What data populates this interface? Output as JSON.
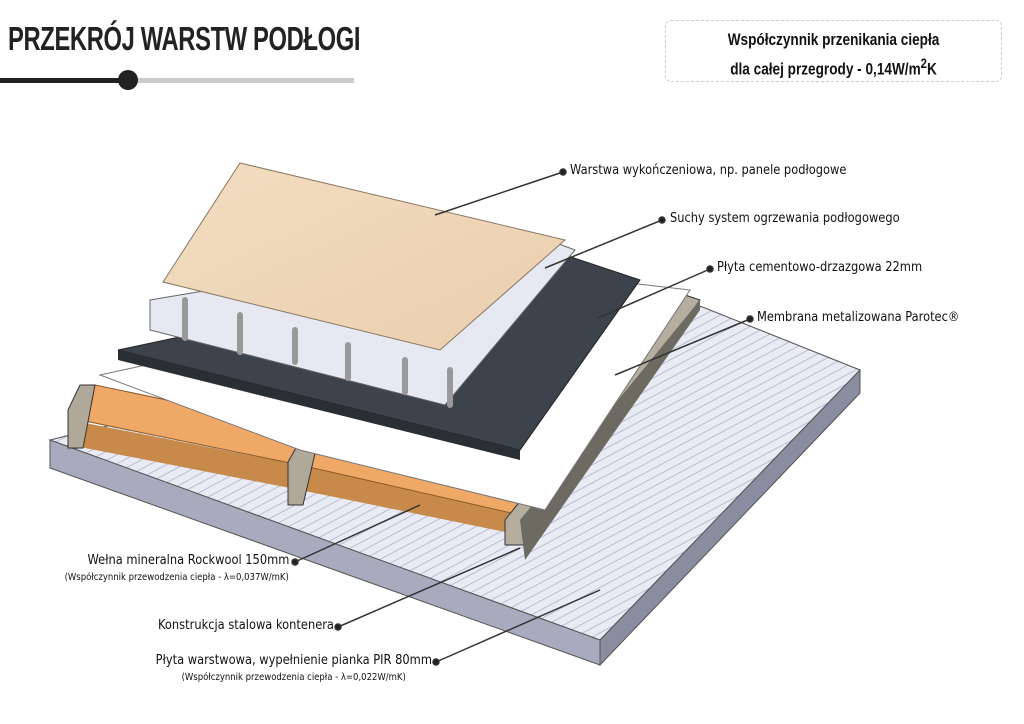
{
  "title": "PRZEKRÓJ WARSTW PODŁOGI",
  "u_value": {
    "line1": "Współczynnik przenikania ciepła",
    "line2": "dla całej przegrody - 0,14W/m",
    "sup": "2",
    "unit": "K"
  },
  "labels": {
    "finish": "Warstwa wykończeniowa, np. panele podłogowe",
    "heating": "Suchy system ogrzewania podłogowego",
    "board": "Płyta cementowo-drzazgowa 22mm",
    "membrane": "Membrana metalizowana Parotec®",
    "wool": "Wełna mineralna Rockwool 150mm",
    "wool_note": "(Współczynnik przewodzenia ciepła - λ=0,037W/mK)",
    "steel": "Konstrukcja stalowa kontenera",
    "panel": "Płyta warstwowa, wypełnienie pianka PIR 80mm",
    "panel_note": "(Współczynnik przewodzenia ciepła - λ=0,022W/mK)"
  }
}
